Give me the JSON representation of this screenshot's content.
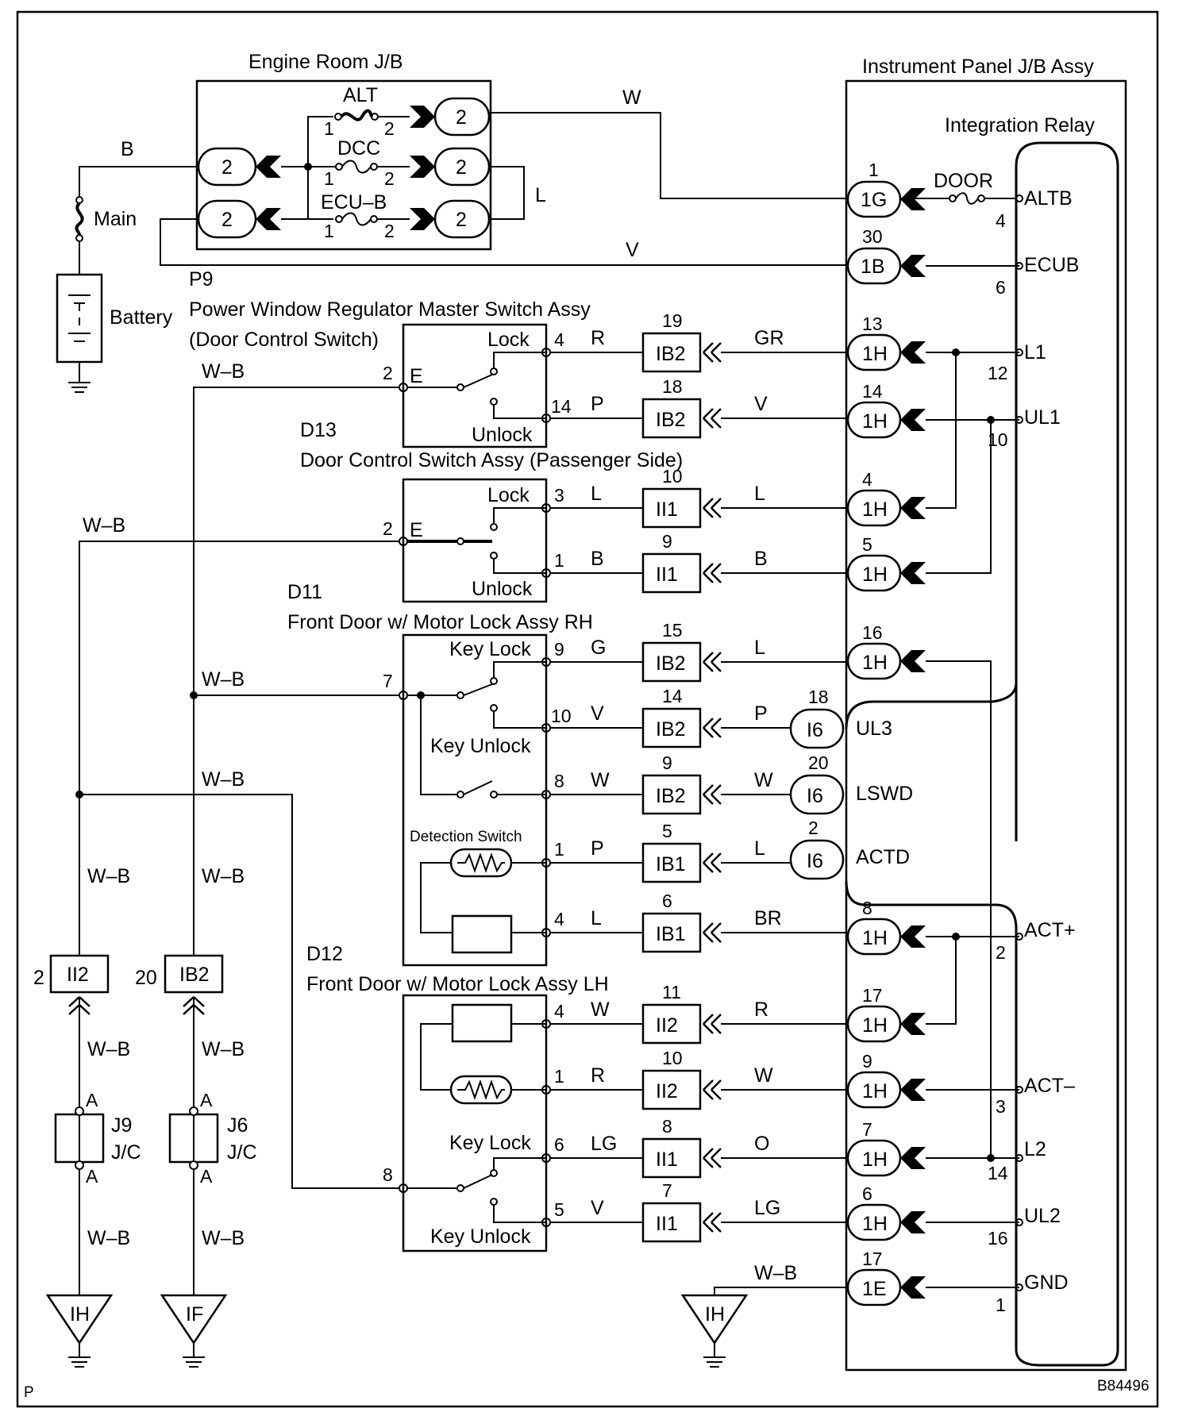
{
  "figure_id": "B84496",
  "corner_mark": "P",
  "components": {
    "engine_room_jb": "Engine Room J/B",
    "instrument_panel_jb": "Instrument Panel J/B Assy",
    "integration_relay": "Integration Relay",
    "battery": "Battery",
    "main_fuse": "Main",
    "p9_code": "P9",
    "p9_name": "Power Window Regulator Master Switch Assy",
    "p9_sub": "(Door Control Switch)",
    "d13_code": "D13",
    "d13_name": "Door Control Switch Assy (Passenger Side)",
    "d11_code": "D11",
    "d11_name": "Front Door w/ Motor Lock Assy RH",
    "d12_code": "D12",
    "d12_name": "Front Door w/ Motor Lock Assy LH",
    "detection_switch": "Detection Switch",
    "j9_code": "J9",
    "j6_code": "J6",
    "jc": "J/C",
    "ground_ih": "IH",
    "ground_if": "IF"
  },
  "fuses": {
    "alt": "ALT",
    "dcc": "DCC",
    "ecu_b": "ECU–B",
    "door": "DOOR"
  },
  "relay_terminals": {
    "altb": "ALTB",
    "ecub": "ECUB",
    "l1": "L1",
    "ul1": "UL1",
    "ul3": "UL3",
    "lswd": "LSWD",
    "actd": "ACTD",
    "act_plus": "ACT+",
    "act_minus": "ACT–",
    "l2": "L2",
    "ul2": "UL2",
    "gnd": "GND"
  },
  "switch_labels": {
    "lock": "Lock",
    "unlock": "Unlock",
    "key_lock": "Key Lock",
    "key_unlock": "Key Unlock",
    "e": "E"
  },
  "wire_colors": {
    "b": "B",
    "w": "W",
    "v": "V",
    "l": "L",
    "r": "R",
    "p": "P",
    "g": "G",
    "gr": "GR",
    "br": "BR",
    "o": "O",
    "lg": "LG",
    "wb": "W–B"
  },
  "connectors": {
    "n2": "2",
    "g1": "1G",
    "b1": "1B",
    "h1": "1H",
    "e1": "1E",
    "i6": "I6",
    "ib1": "IB1",
    "ib2": "IB2",
    "ii1": "II1",
    "ii2": "II2",
    "a": "A"
  },
  "pins": {
    "n1": "1",
    "n2": "2",
    "n3": "3",
    "n4": "4",
    "n5": "5",
    "n6": "6",
    "n7": "7",
    "n8": "8",
    "n9": "9",
    "n10": "10",
    "n11": "11",
    "n12": "12",
    "n13": "13",
    "n14": "14",
    "n15": "15",
    "n16": "16",
    "n17": "17",
    "n18": "18",
    "n19": "19",
    "n20": "20",
    "n30": "30"
  }
}
